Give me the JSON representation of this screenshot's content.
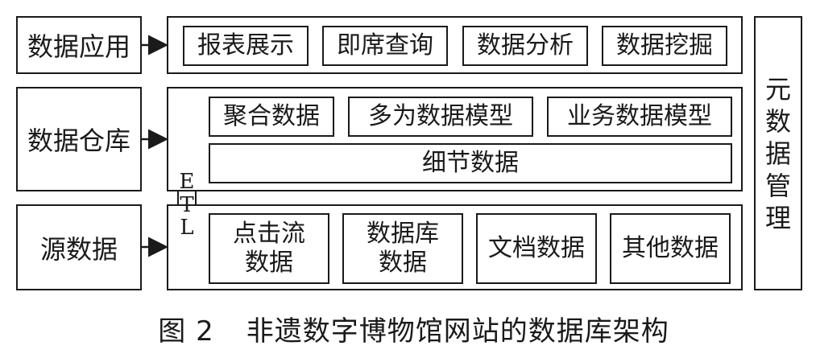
{
  "layers": {
    "application": {
      "label": "数据应用",
      "items": [
        "报表展示",
        "即席查询",
        "数据分析",
        "数据挖掘"
      ]
    },
    "warehouse": {
      "label": "数据仓库",
      "top_items": [
        "聚合数据",
        "多为数据模型",
        "业务数据模型"
      ],
      "detail": "细节数据"
    },
    "source": {
      "label": "源数据",
      "items": [
        [
          "点击流",
          "数据"
        ],
        [
          "数据库",
          "数据"
        ],
        [
          "文档数据"
        ],
        [
          "其他数据"
        ]
      ]
    }
  },
  "metadata": {
    "chars": [
      "元",
      "数",
      "据",
      "管",
      "理"
    ]
  },
  "etl": {
    "chars": [
      "E",
      "T",
      "L"
    ]
  },
  "caption": {
    "figure": "图 2",
    "title": "非遗数字博物馆网站的数据库架构"
  }
}
